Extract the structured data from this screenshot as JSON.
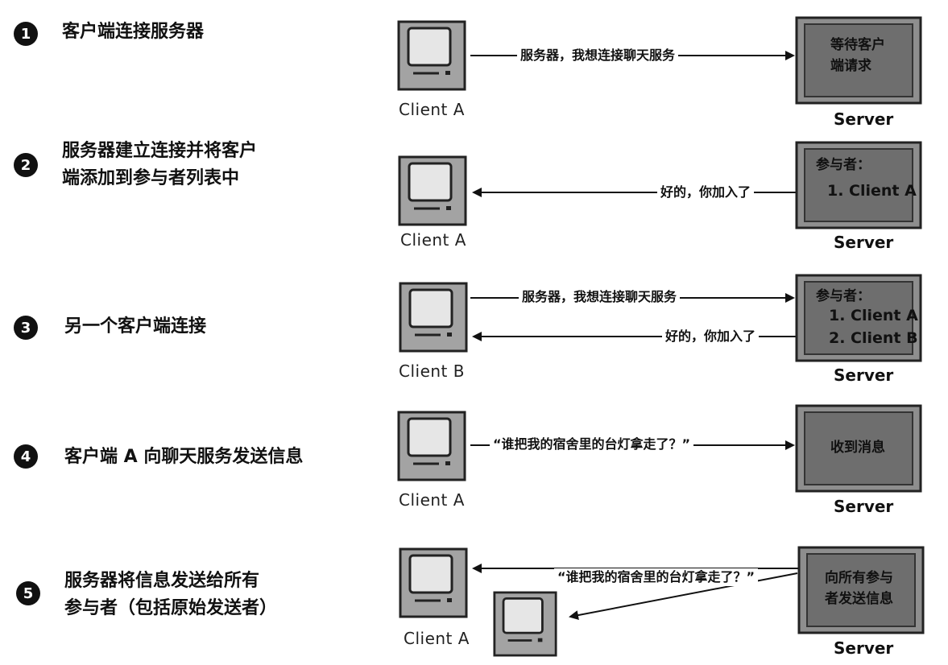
{
  "steps": [
    {
      "num": "1",
      "text": "客户端连接服务器"
    },
    {
      "num": "2",
      "text_line1": "服务器建立连接并将客户",
      "text_line2": "端添加到参与者列表中"
    },
    {
      "num": "3",
      "text": "另一个客户端连接"
    },
    {
      "num": "4",
      "text": "客户端 A 向聊天服务发送信息"
    },
    {
      "num": "5",
      "text_line1": "服务器将信息发送给所有",
      "text_line2": "参与者（包括原始发送者）"
    }
  ],
  "clients": {
    "a1": "Client A",
    "a2": "Client A",
    "b3": "Client B",
    "a4": "Client A",
    "a5": "Client A"
  },
  "messages": {
    "connect_request": "服务器，我想连接聊天服务",
    "joined_reply": "好的，你加入了",
    "chat_message": "“谁把我的宿舍里的台灯拿走了？”"
  },
  "servers": {
    "label": "Server",
    "s1": {
      "line1": "等待客户",
      "line2": "端请求"
    },
    "s2": {
      "title": "参与者：",
      "item1": "1. Client A"
    },
    "s3": {
      "title": "参与者：",
      "item1": "1. Client A",
      "item2": "2. Client B"
    },
    "s4": {
      "line1": "收到消息"
    },
    "s5": {
      "line1": "向所有参与",
      "line2": "者发送信息"
    }
  },
  "colors": {
    "server_fill": "#6f6f6f",
    "server_frame": "#8a8a8a",
    "computer_fill": "#9a9a9a",
    "ink": "#111111"
  }
}
